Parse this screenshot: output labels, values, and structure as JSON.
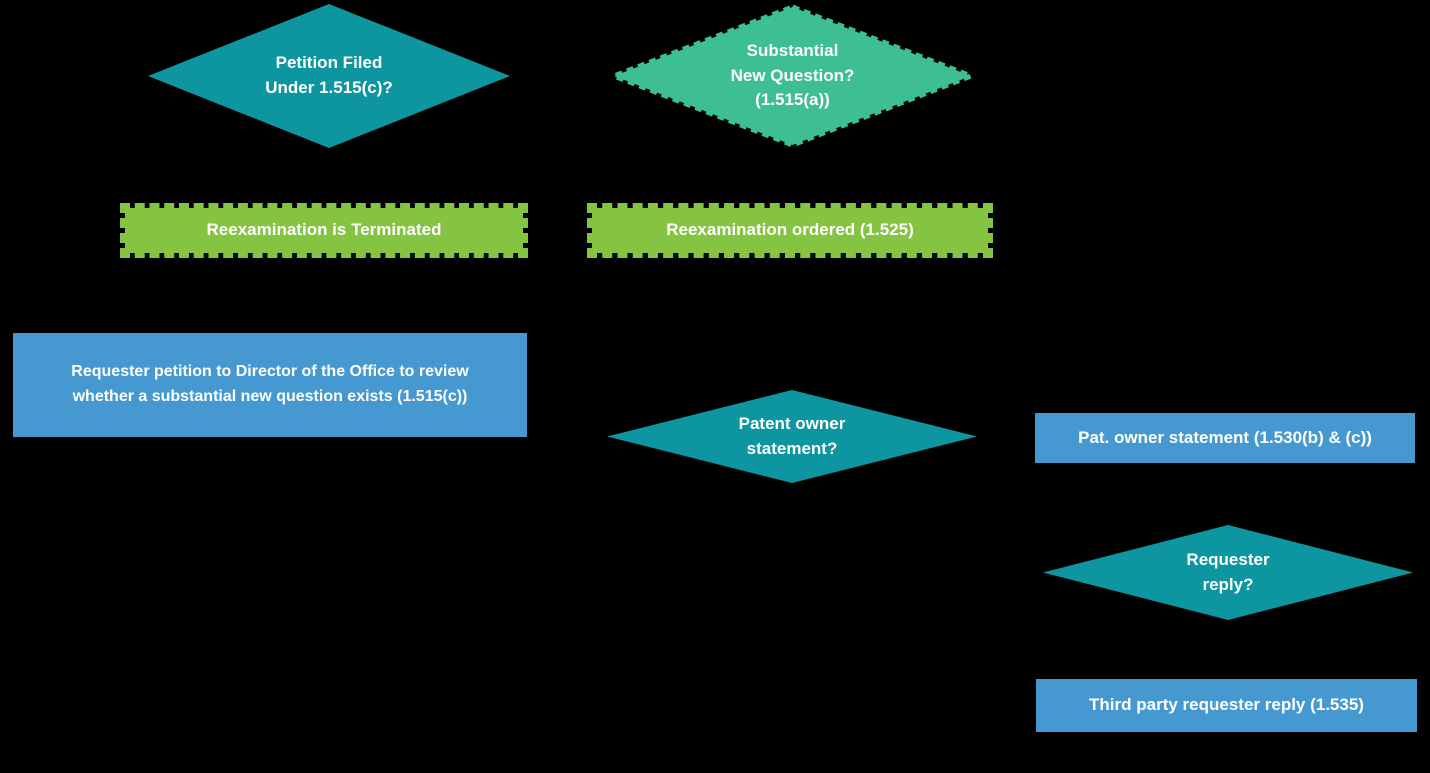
{
  "diagram": {
    "background": "#000000",
    "colors": {
      "decision_teal": "#0D95A0",
      "decision_seagreen": "#3DBE93",
      "process_green": "#85C342",
      "process_blue": "#4699D0",
      "label_text": "#FFFFFF"
    },
    "nodes": [
      {
        "id": "petition-filed-decision",
        "shape": "diamond",
        "border": "solid",
        "fill": "#0D95A0",
        "label": "Petition Filed\nUnder 1.515(c)?"
      },
      {
        "id": "substantial-new-question-decision",
        "shape": "diamond",
        "border": "dashed",
        "fill": "#3DBE93",
        "label": "Substantial\nNew Question?\n(1.515(a))"
      },
      {
        "id": "reexamination-terminated",
        "shape": "rect",
        "border": "dashed",
        "fill": "#85C342",
        "label": "Reexamination is Terminated"
      },
      {
        "id": "reexamination-ordered",
        "shape": "rect",
        "border": "dashed",
        "fill": "#85C342",
        "label": "Reexamination ordered (1.525)"
      },
      {
        "id": "requester-petition",
        "shape": "rect",
        "border": "solid",
        "fill": "#4699D0",
        "label": "Requester petition to Director of the Office to review\nwhether a substantial new question exists (1.515(c))"
      },
      {
        "id": "patent-owner-statement-decision",
        "shape": "diamond",
        "border": "solid",
        "fill": "#0D95A0",
        "label": "Patent owner\nstatement?"
      },
      {
        "id": "patent-owner-statement",
        "shape": "rect",
        "border": "solid",
        "fill": "#4699D0",
        "label": "Pat. owner statement (1.530(b) & (c))"
      },
      {
        "id": "requester-reply-decision",
        "shape": "diamond",
        "border": "solid",
        "fill": "#0D95A0",
        "label": "Requester\nreply?"
      },
      {
        "id": "third-party-requester-reply",
        "shape": "rect",
        "border": "solid",
        "fill": "#4699D0",
        "label": "Third party requester reply (1.535)"
      }
    ]
  }
}
